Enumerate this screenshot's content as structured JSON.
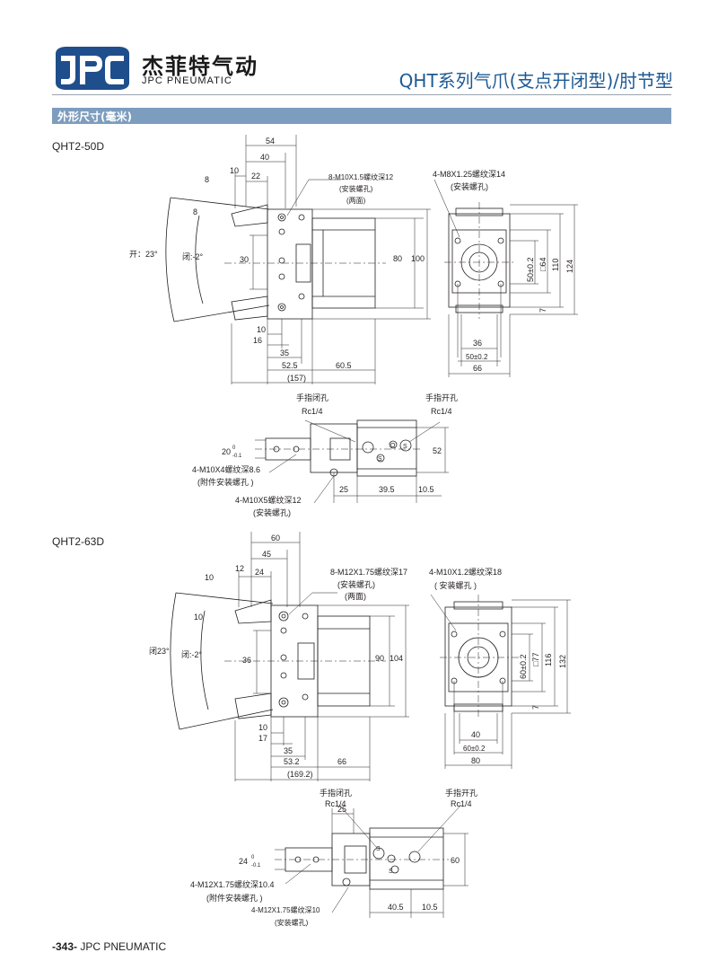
{
  "header": {
    "brand_cn": "杰菲特气动",
    "brand_en": "JPC PNEUMATIC",
    "logo_text": "JPC",
    "title": "QHT系列气爪(支点开闭型)/肘节型"
  },
  "section": {
    "label": "外形尺寸(毫米)"
  },
  "model_a": {
    "name": "QHT2-50D",
    "side": {
      "d54": "54",
      "d40": "40",
      "d22": "22",
      "d10": "10",
      "d8a": "8",
      "d8b": "8",
      "open": "开：23°",
      "close": "闭:-2°",
      "d30": "30",
      "d80": "80",
      "d100": "100",
      "d10b": "10",
      "d16": "16",
      "d35": "35",
      "d52_5": "52.5",
      "d60_5": "60.5",
      "d157": "(157)",
      "hole_note_1": "8-M10X1.5螺纹深12",
      "hole_note_2": "(安装螺孔)",
      "hole_note_3": "(两面)"
    },
    "front": {
      "note_1": "4-M8X1.25螺纹深14",
      "note_2": "(安装螺孔)",
      "d50": "50±0.2",
      "sq64": "□64",
      "d110": "110",
      "d124": "124",
      "d7": "7",
      "d36": "36",
      "d50b": "50±0.2",
      "d66": "66"
    },
    "top": {
      "close_port": "手指闭孔",
      "close_rc": "Rc1/4",
      "open_port": "手指开孔",
      "open_rc": "Rc1/4",
      "d20": "20",
      "tol_top": "0",
      "tol_bot": "-0.1",
      "note_a": "4-M10X4螺纹深8.6",
      "note_b": "(附件安装螺孔 )",
      "note_c": "4-M10X5螺纹深12",
      "note_d": "(安装螺孔)",
      "d25": "25",
      "d39_5": "39.5",
      "d10_5": "10.5",
      "d52": "52",
      "mark_o": "O",
      "mark_s1": "S",
      "mark_s2": "S"
    }
  },
  "model_b": {
    "name": "QHT2-63D",
    "side": {
      "d60": "60",
      "d45": "45",
      "d24": "24",
      "d12": "12",
      "d10a": "10",
      "d10c": "10",
      "open": "闭23°",
      "close": "闭:-2°",
      "d36": "36",
      "d90": "90",
      "d104": "104",
      "d10b": "10",
      "d17": "17",
      "d35": "35",
      "d53_2": "53.2",
      "d66": "66",
      "d169": "(169.2)",
      "hole_note_1": "8-M12X1.75螺纹深17",
      "hole_note_2": "(安装螺孔)",
      "hole_note_3": "(两面)"
    },
    "front": {
      "note_1": "4-M10X1.2螺纹深18",
      "note_2": "( 安装螺孔 )",
      "d60": "60±0.2",
      "sq77": "□77",
      "d116": "116",
      "d132": "132",
      "d7": "7",
      "d40": "40",
      "d60b": "60±0.2",
      "d80": "80"
    },
    "top": {
      "close_port": "手指闭孔",
      "close_rc": "Rc1/4",
      "open_port": "手指开孔",
      "open_rc": "Rc1/4",
      "d24": "24",
      "tol_top": "0",
      "tol_bot": "-0.1",
      "note_a": "4-M12X1.75螺纹深10.4",
      "note_b": "(附件安装螺孔 )",
      "note_c": "4-M12X1.75螺纹深10",
      "note_d": "(安装螺孔)",
      "d25": "25",
      "d40_5": "40.5",
      "d10_5": "10.5",
      "d60": "60",
      "mark_s1": "S",
      "mark_s2": "S"
    }
  },
  "footer": {
    "page": "-343-",
    "brand": "JPC PNEUMATIC"
  },
  "colors": {
    "accent": "#1d5a94",
    "section_bar": "#7d9dbf",
    "logo_blue": "#1f4e8c",
    "line": "#231f20"
  }
}
